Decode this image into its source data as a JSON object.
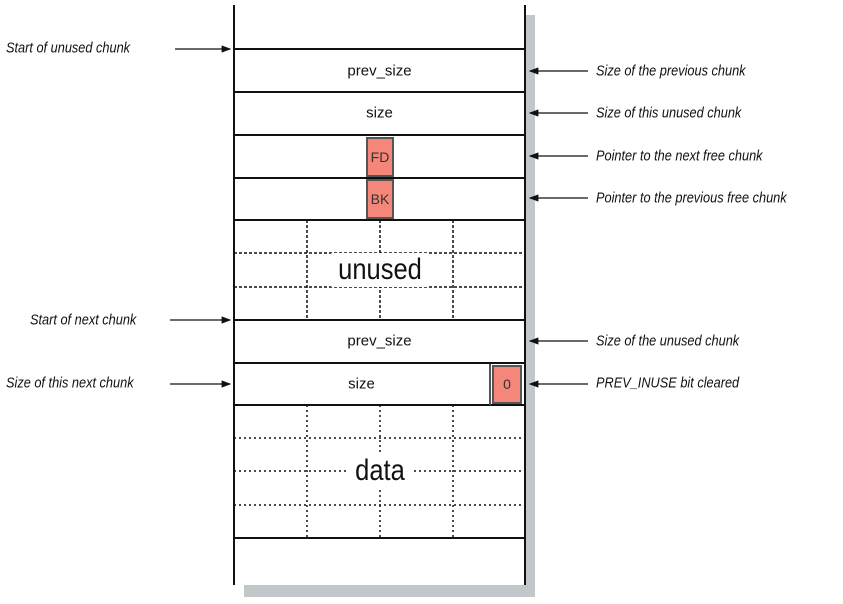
{
  "left_labels": {
    "start_unused": "Start of unused chunk",
    "start_next": "Start of next chunk",
    "size_next": "Size of this next chunk"
  },
  "right_labels": {
    "prev_size": "Size of the previous chunk",
    "size_unused": "Size of this unused chunk",
    "fd": "Pointer to the next free chunk",
    "bk": "Pointer to the previous free chunk",
    "prev_size_next": "Size of the unused chunk",
    "prev_inuse": "PREV_INUSE bit cleared"
  },
  "fields": {
    "prev_size": "prev_size",
    "size": "size",
    "fd": "FD",
    "bk": "BK",
    "unused": "unused",
    "next_prev_size": "prev_size",
    "next_size": "size",
    "prev_inuse_bit": "0",
    "data": "data"
  },
  "colors": {
    "highlight": "#f4877a"
  }
}
